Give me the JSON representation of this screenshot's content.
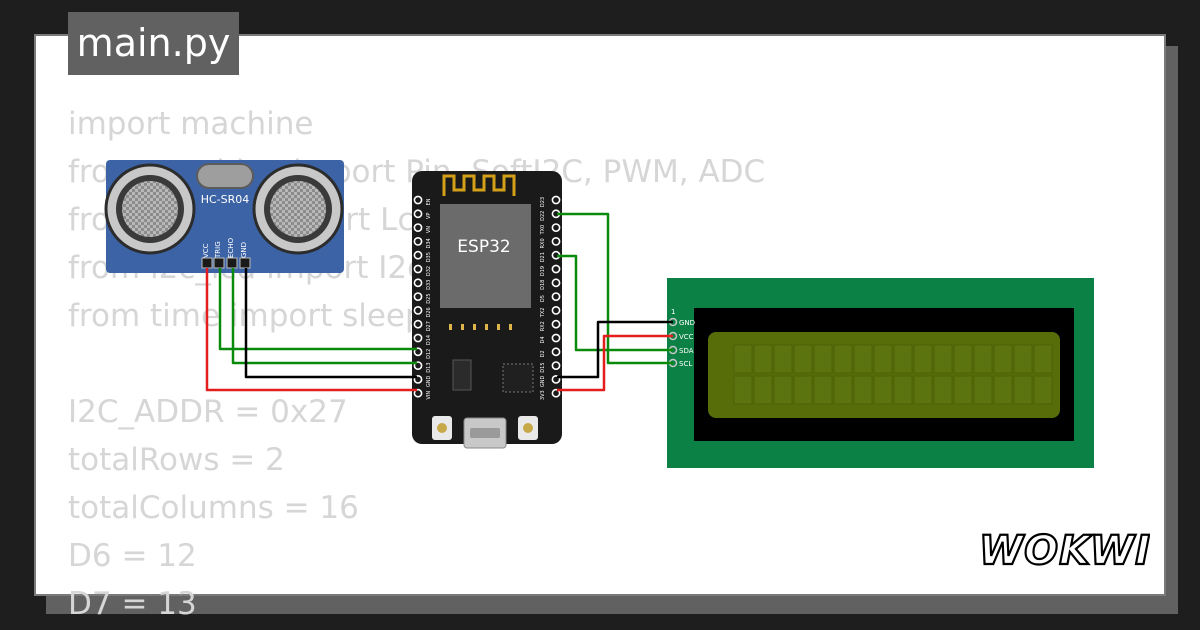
{
  "file": {
    "name": "main.py"
  },
  "code_lines": [
    "import machine",
    "from machine import Pin, SoftI2C, PWM, ADC",
    "from lcd_api import LcdApi",
    "from i2c_lcd import I2cLcd",
    "from time import sleep",
    "",
    "I2C_ADDR = 0x27",
    "totalRows = 2",
    "totalColumns = 16",
    "D6 = 12",
    "D7 = 13"
  ],
  "sensor": {
    "label": "HC-SR04",
    "pins": [
      "VCC",
      "TRIG",
      "ECHO",
      "GND"
    ]
  },
  "esp32": {
    "label": "ESP32",
    "left_pins": [
      "EN",
      "VP",
      "VN",
      "D34",
      "D35",
      "D32",
      "D33",
      "D25",
      "D26",
      "D27",
      "D14",
      "D12",
      "D13",
      "GND",
      "VIN"
    ],
    "right_pins": [
      "D23",
      "D22",
      "TX0",
      "RX0",
      "D21",
      "D19",
      "D18",
      "D5",
      "TX2",
      "RX2",
      "D4",
      "D2",
      "D15",
      "GND",
      "3V3"
    ]
  },
  "lcd": {
    "pin1_label": "1",
    "pins": [
      "GND",
      "VCC",
      "SDA",
      "SCL"
    ]
  },
  "brand": {
    "logo": "WOKWI"
  },
  "colors": {
    "background": "#1e1e1e",
    "card": "#ffffff",
    "code_text": "#d6d6d6",
    "sensor_board": "#3b63a6",
    "esp_board": "#1a1a1a",
    "lcd_board": "#0c8146",
    "lcd_screen": "#566d09",
    "wire_red": "#e41d1d",
    "wire_green": "#0a8a0a",
    "wire_black": "#000000"
  }
}
